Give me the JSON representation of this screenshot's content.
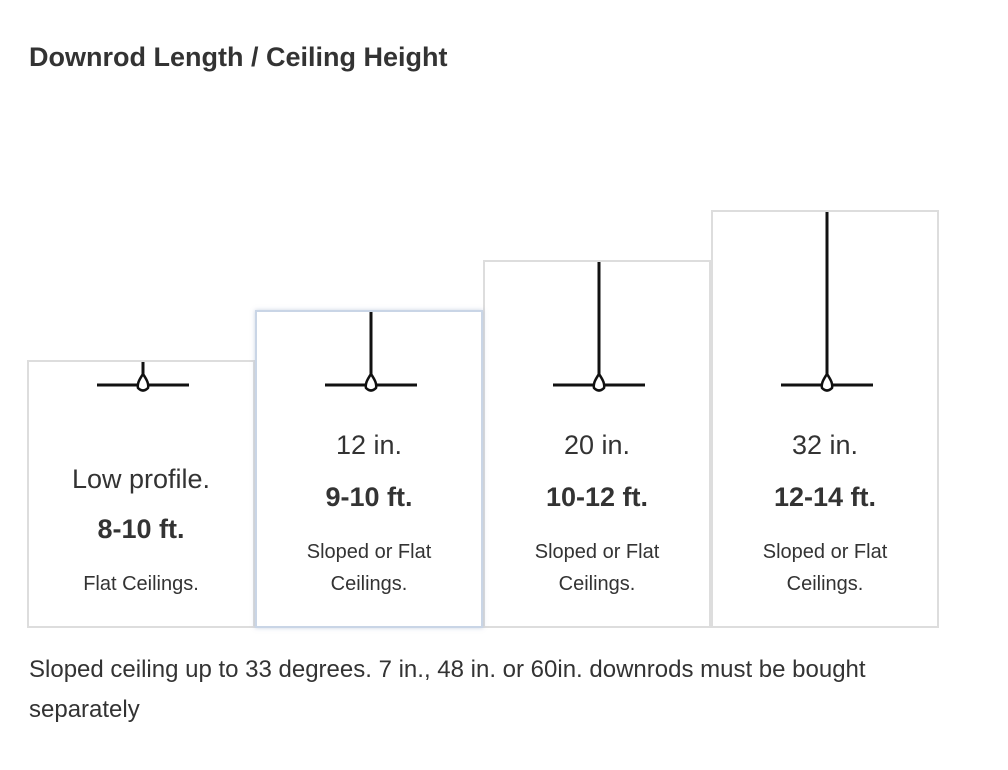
{
  "title": "Downrod Length / Ceiling Height",
  "options": [
    {
      "length": "Low profile.",
      "height": "8-10 ft.",
      "description": "Flat Ceilings.",
      "selected": false
    },
    {
      "length": "12 in.",
      "height": "9-10 ft.",
      "description": "Sloped or Flat Ceilings.",
      "selected": true
    },
    {
      "length": "20 in.",
      "height": "10-12 ft.",
      "description": "Sloped or Flat Ceilings.",
      "selected": false
    },
    {
      "length": "32 in.",
      "height": "12-14 ft.",
      "description": "Sloped or Flat Ceilings.",
      "selected": false
    }
  ],
  "note": "Sloped ceiling up to 33 degrees. 7 in., 48 in. or 60in. downrods must be bought separately"
}
